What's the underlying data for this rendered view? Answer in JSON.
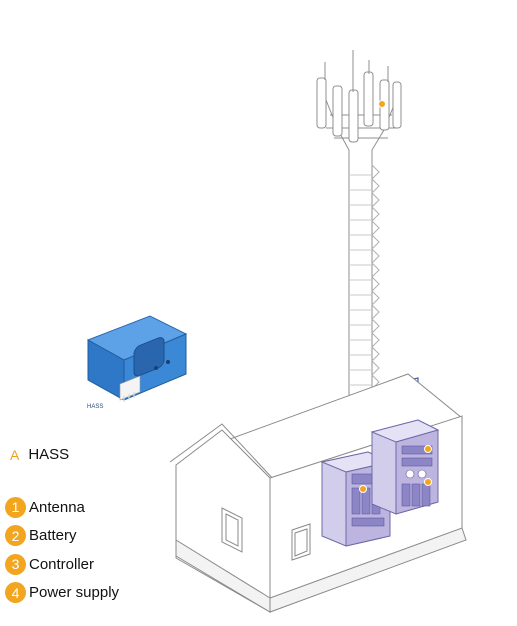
{
  "product": {
    "caption": "HASS"
  },
  "legend": {
    "product_marker": "A",
    "product_label": "HASS",
    "items": [
      {
        "number": "1",
        "label": "Antenna"
      },
      {
        "number": "2",
        "label": "Battery"
      },
      {
        "number": "3",
        "label": "Controller"
      },
      {
        "number": "4",
        "label": "Power supply"
      }
    ]
  },
  "colors": {
    "marker": "#f2a51e",
    "sensor_blue": "#2f78c8",
    "cabinet_purple": "#c8c0e6",
    "outline": "#8a8a8a"
  }
}
